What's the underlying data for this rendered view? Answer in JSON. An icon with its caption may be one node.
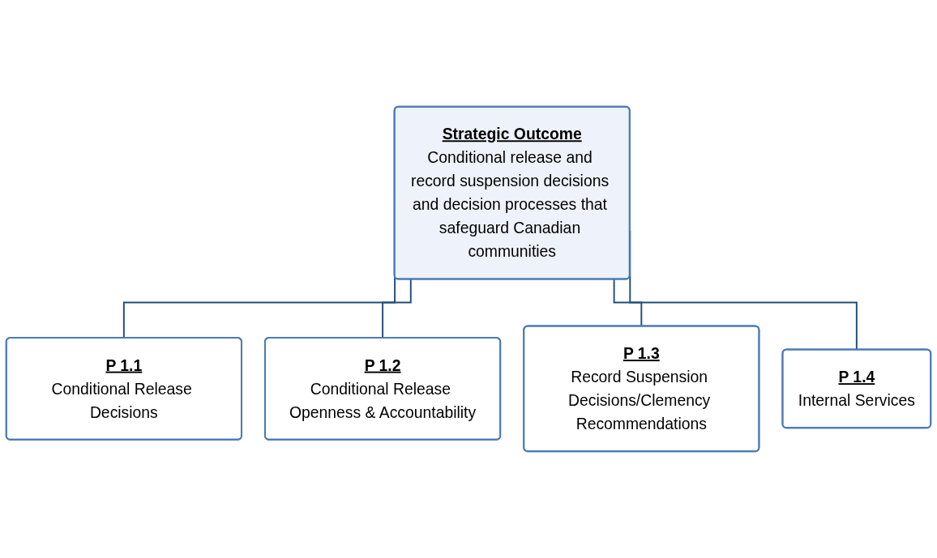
{
  "diagram": {
    "nodes": [
      {
        "text": [
          "Strategic Outcome",
          "Conditional release and record suspension decisions and decision processes that safeguard Canadian communities"
        ]
      },
      {
        "text": [
          "P 1.1",
          "Conditional Release Decisions"
        ]
      },
      {
        "text": [
          "P 1.2",
          "Conditional Release Openness & Accountability"
        ]
      },
      {
        "text": [
          "P 1.3",
          "Record Suspension Decisions/Clemency Recommendations"
        ]
      },
      {
        "text": [
          "P 1.4",
          "Internal Services"
        ]
      }
    ],
    "edges": [
      {
        "from": 0,
        "to": 1,
        "arrow": "none"
      },
      {
        "from": 0,
        "to": 2,
        "arrow": "none"
      },
      {
        "from": 0,
        "to": 3,
        "arrow": "none"
      },
      {
        "from": 0,
        "to": 4,
        "arrow": "none"
      }
    ]
  }
}
